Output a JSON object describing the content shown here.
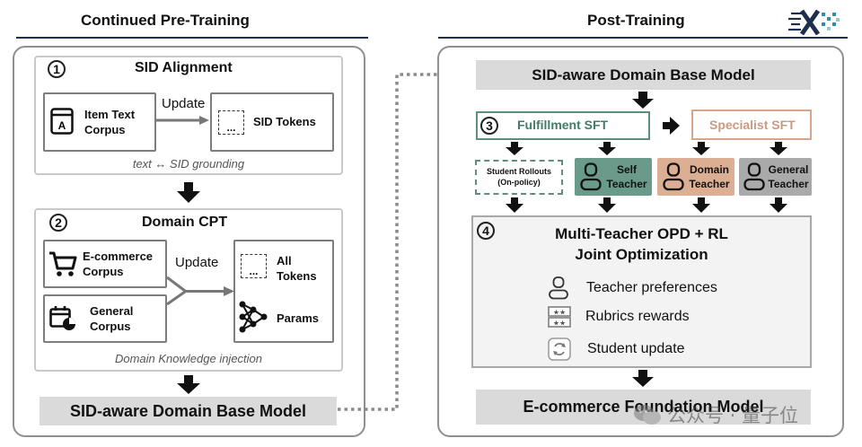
{
  "left": {
    "section_title": "Continued Pre-Training",
    "sid_alignment": {
      "number": "1",
      "title": "SID Alignment",
      "source": "Item Text\nCorpus",
      "arrow_label": "Update",
      "target": "SID Tokens",
      "caption": "text ↔ SID grounding"
    },
    "domain_cpt": {
      "number": "2",
      "title": "Domain CPT",
      "source_1": "E-commerce\nCorpus",
      "source_2": "General\nCorpus",
      "arrow_label": "Update",
      "target_1": "All\nTokens",
      "target_2": "Params",
      "caption": "Domain Knowledge injection"
    },
    "output": "SID-aware Domain Base Model"
  },
  "right": {
    "section_title": "Post-Training",
    "input": "SID-aware Domain Base Model",
    "fulfillment": {
      "number": "3",
      "label": "Fulfillment SFT"
    },
    "specialist": {
      "label": "Specialist SFT"
    },
    "rollouts": "Student Rollouts\n(On-policy)",
    "teachers": [
      {
        "label": "Self\nTeacher",
        "color": "#6a9b8a"
      },
      {
        "label": "Domain\nTeacher",
        "color": "#dcae93"
      },
      {
        "label": "General\nTeacher",
        "color": "#aaaaaa"
      }
    ],
    "opd": {
      "number": "4",
      "title_line1": "Multi-Teacher OPD + RL",
      "title_line2": "Joint Optimization",
      "items": [
        "Teacher preferences",
        "Rubrics rewards",
        "Student update"
      ]
    },
    "output": "E-commerce Foundation Model"
  },
  "watermark": "公众号 · 量子位",
  "colors": {
    "fulfillment_border": "#5b8f7b",
    "fulfillment_text": "#3f7d68",
    "specialist": "#d9a58a",
    "accent_navy": "#1d2f4d"
  }
}
